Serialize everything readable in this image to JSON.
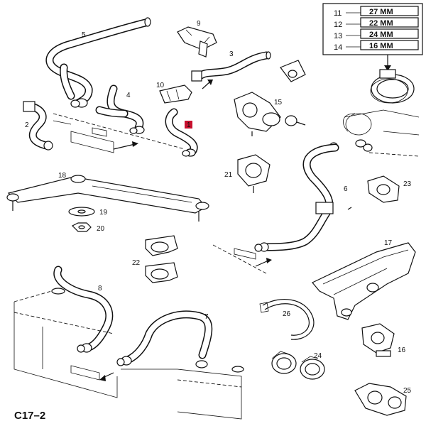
{
  "caption": "C17–2",
  "accent_color": "#c8102e",
  "highlight_label": "1",
  "legend": {
    "rows": [
      {
        "num": "11",
        "size": "27 MM"
      },
      {
        "num": "12",
        "size": "22 MM"
      },
      {
        "num": "13",
        "size": "24 MM"
      },
      {
        "num": "14",
        "size": "16 MM"
      }
    ]
  },
  "callouts": [
    "2",
    "3",
    "4",
    "5",
    "6",
    "7",
    "8",
    "9",
    "10",
    "15",
    "16",
    "17",
    "18",
    "19",
    "20",
    "21",
    "22",
    "23",
    "24",
    "25",
    "26"
  ]
}
